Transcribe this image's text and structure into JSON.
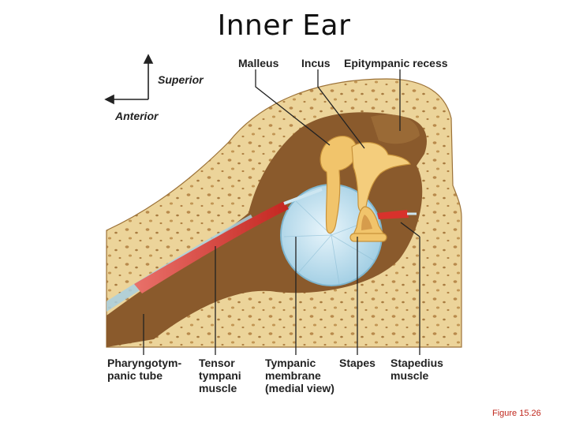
{
  "title": "Inner Ear",
  "orientation": {
    "superior": "Superior",
    "anterior": "Anterior"
  },
  "labels": {
    "malleus": "Malleus",
    "incus": "Incus",
    "epitympanic_recess": "Epitympanic recess",
    "pharyngotympanic_tube": "Pharyngotym-\npanic tube",
    "tensor_tympani": "Tensor\ntympani\nmuscle",
    "tympanic_membrane": "Tympanic\nmembrane\n(medial view)",
    "stapes": "Stapes",
    "stapedius": "Stapedius\nmuscle"
  },
  "figure_ref": "Figure 15.26",
  "colors": {
    "bone": "#ecd49a",
    "cavity": "#8a5a2c",
    "muscle": "#d8322c",
    "membrane": "#bfe0ee",
    "ossicle": "#f1c46b"
  }
}
